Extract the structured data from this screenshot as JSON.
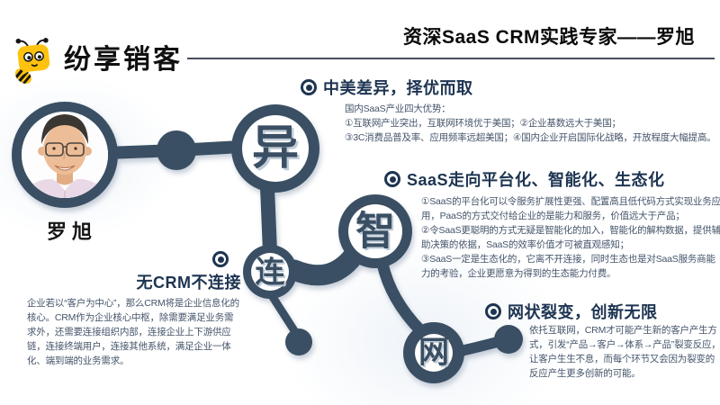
{
  "slide": {
    "brand": {
      "logo_text": "纷享销客"
    },
    "title": "资深SaaS CRM实践专家——罗旭",
    "profile": {
      "name": "罗旭"
    },
    "diagram": {
      "node_color": "#3a4f63",
      "nodes": [
        {
          "id": "difference",
          "char": "异"
        },
        {
          "id": "connect",
          "char": "连"
        },
        {
          "id": "smart",
          "char": "智"
        },
        {
          "id": "network",
          "char": "网"
        }
      ]
    },
    "sections": [
      {
        "heading": "中美差异，择优而取",
        "body": "国内SaaS产业四大优势：\n①互联网产业突出，互联网环境优于美国；②企业基数远大于美国；\n③3C消费品普及率、应用频率远超美国；④国内企业开启国际化战略，开放程度大幅提高。"
      },
      {
        "heading": "SaaS走向平台化、智能化、生态化",
        "body": "①SaaS的平台化可以令服务扩展性更强、配置高且低代码方式实现业务应用，PaaS的方式交付给企业的是能力和服务，价值远大于产品；\n②令SaaS更聪明的方式无疑是智能化的加入，智能化的解构数据，提供辅助决策的依据，SaaS的效率价值才可被直观感知；\n③SaaS一定是生态化的，它离不开连接，同时生态也是对SaaS服务商能力的考验，企业更愿意为得到的生态能力付费。"
      },
      {
        "heading": "无CRM不连接",
        "body": "企业若以“客户为中心”，那么CRM将是企业信息化的核心。CRM作为企业核心中枢，除需要满足业务需求外，还需要连接组织内部，连接企业上下游供应链，连接终端用户，连接其他系统，满足企业一体化、端到端的业务需求。"
      },
      {
        "heading": "网状裂变，创新无限",
        "body": "依托互联网，CRM才可能产生新的客户产生方式，引发“产品→客户→体系→产品”裂变反应，让客户生生不息，而每个环节又会因为裂变的反应产生更多创新的可能。"
      }
    ]
  }
}
